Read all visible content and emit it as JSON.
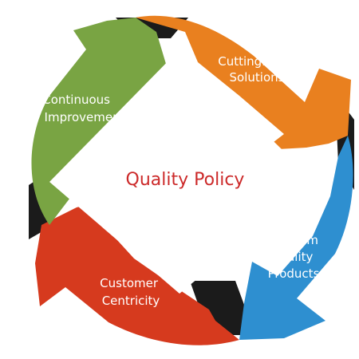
{
  "center": {
    "title": "Quality Policy",
    "color": "#cc2a2a"
  },
  "segments": [
    {
      "lines": [
        "CuttingEdge",
        "Solutions"
      ],
      "color": "#e9801f"
    },
    {
      "lines": [
        "Premium",
        "Quality",
        "Products"
      ],
      "color": "#2e8fd0"
    },
    {
      "lines": [
        "Customer",
        "Centricity"
      ],
      "color": "#d63a1e"
    },
    {
      "lines": [
        "Continuous",
        "Improvement"
      ],
      "color": "#79a443"
    }
  ],
  "shadow_color": "#1b1b1b"
}
